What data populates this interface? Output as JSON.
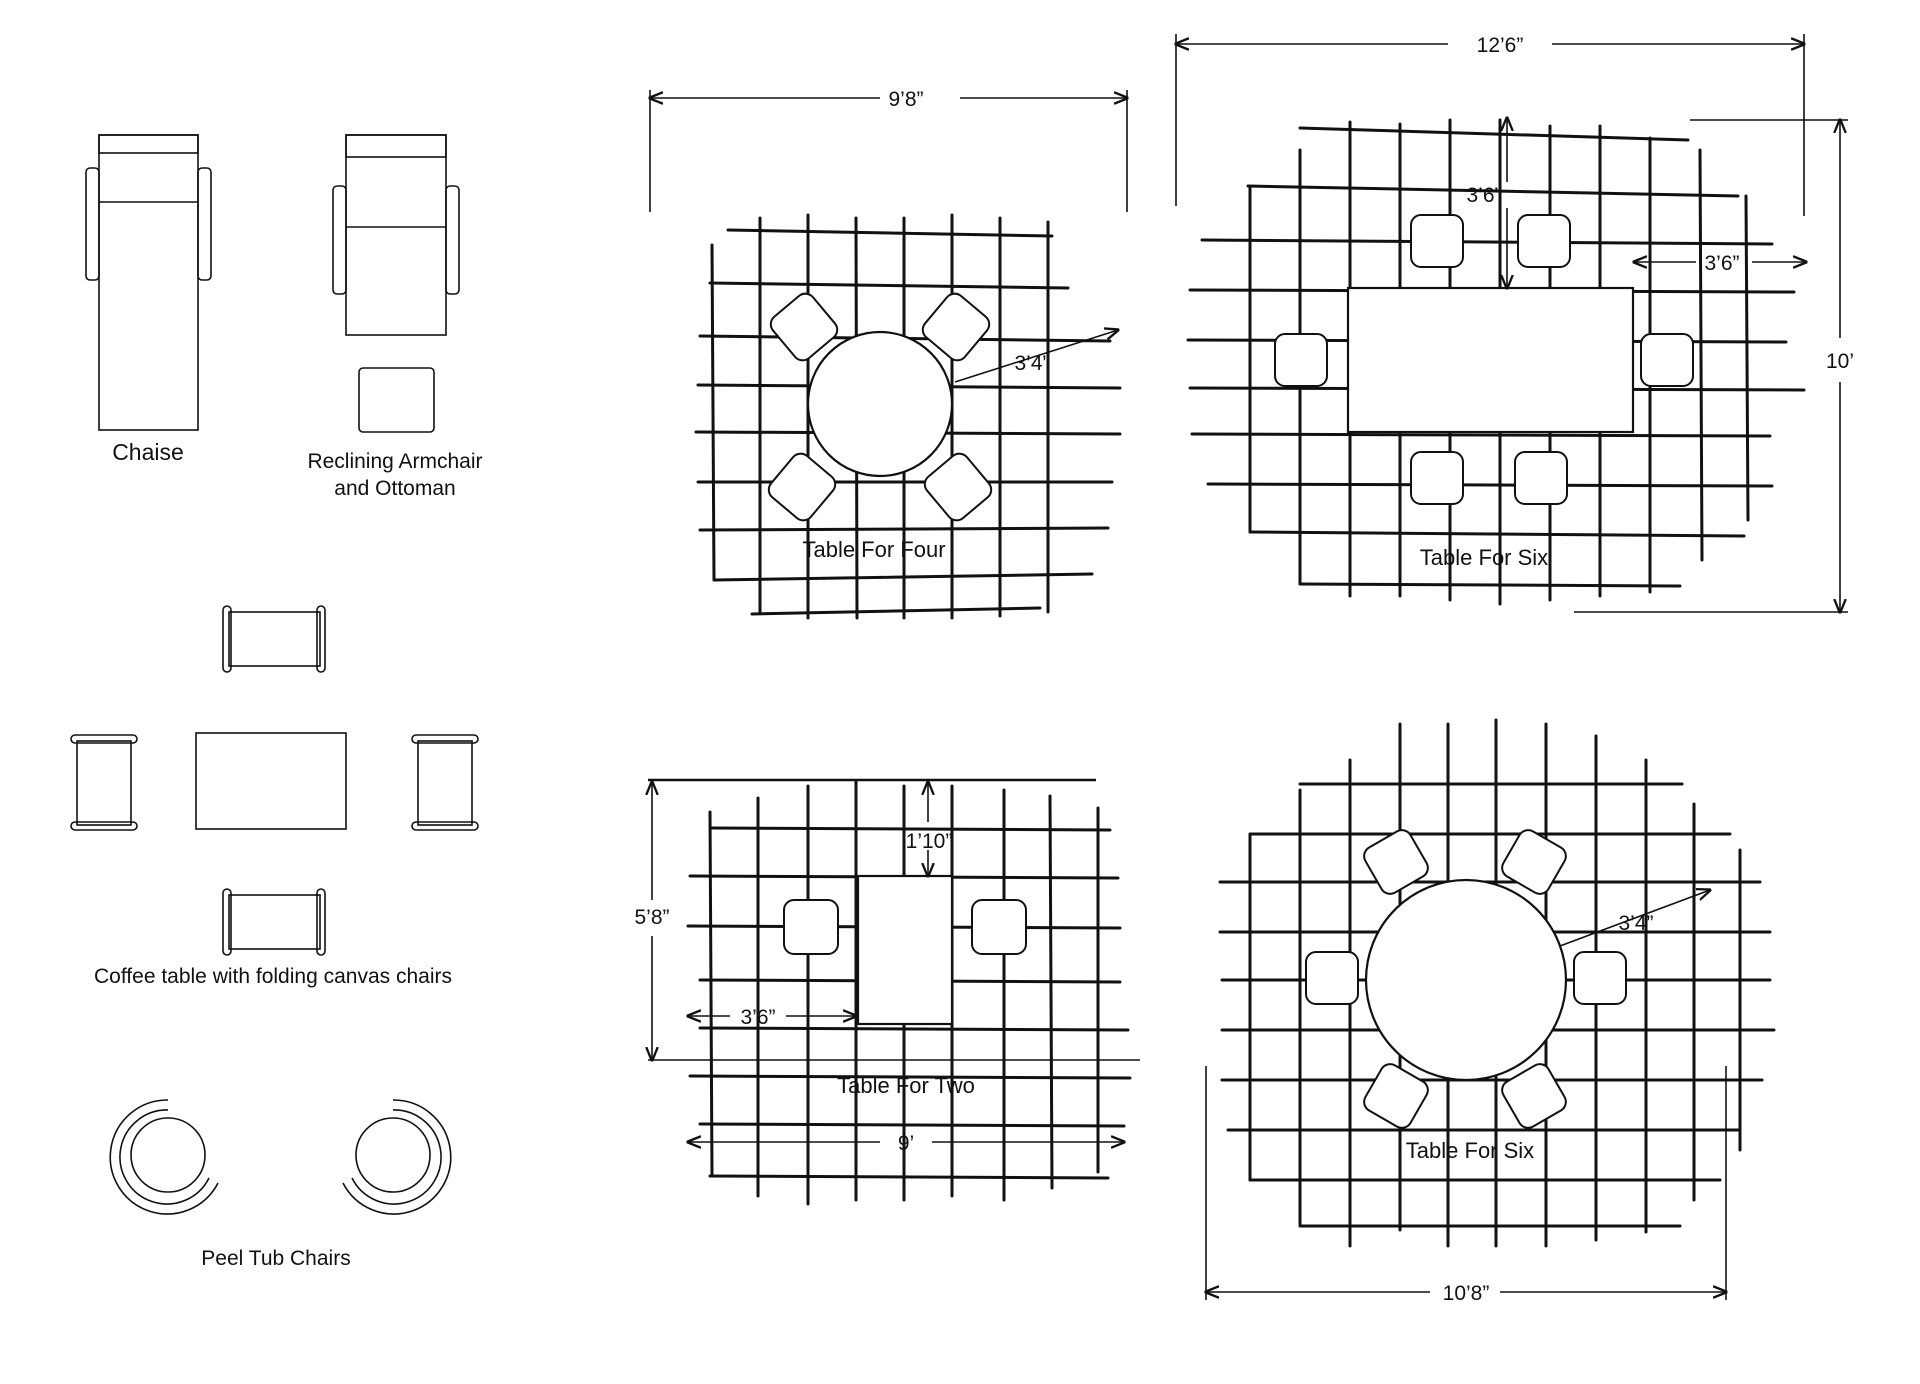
{
  "labels": {
    "chaise": "Chaise",
    "reclining_line1": "Reclining Armchair",
    "reclining_line2": "and Ottoman",
    "coffee_table": "Coffee table with folding canvas chairs",
    "peel_tub": "Peel Tub Chairs",
    "table_four": "Table For Four",
    "table_six_rect": "Table For Six",
    "table_two": "Table For Two",
    "table_six_round": "Table For Six"
  },
  "dimensions": {
    "four_width": "9’8”",
    "four_clearance": "3’4”",
    "six_rect_width": "12’6”",
    "six_rect_top": "3’6”",
    "six_rect_side": "3’6”",
    "six_rect_height": "10’",
    "two_top": "1’10”",
    "two_height": "5’8”",
    "two_side": "3’6”",
    "two_width": "9’",
    "six_round_clearance": "3’4”",
    "six_round_width": "10’8”"
  }
}
